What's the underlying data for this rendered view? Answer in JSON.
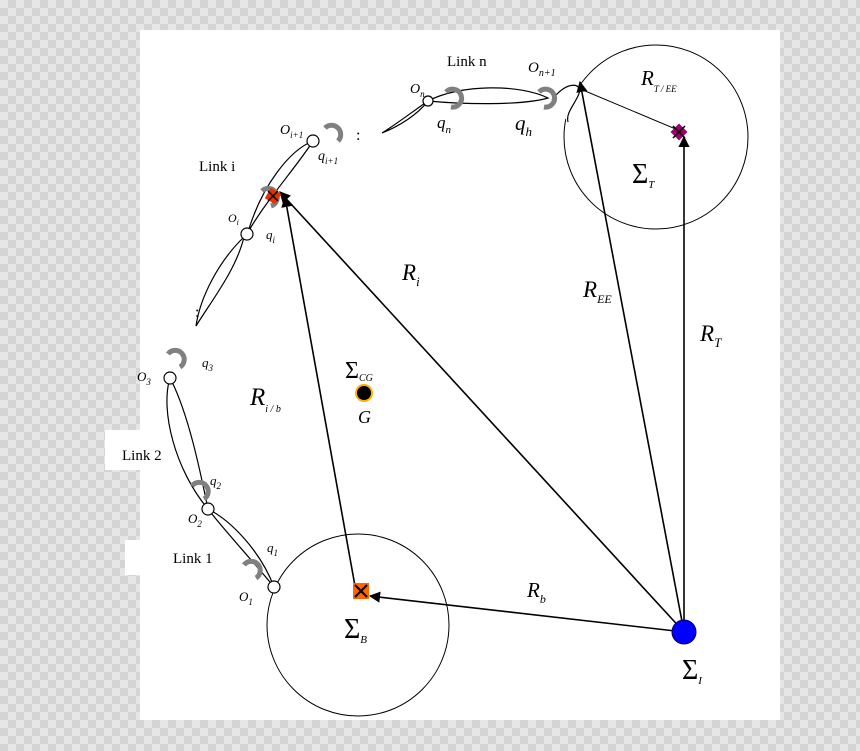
{
  "links": {
    "n": "Link n",
    "i": "Link i",
    "two": "Link 2",
    "one": "Link 1"
  },
  "nodes": {
    "O_n1": "O",
    "O_n1_sub": "n+1",
    "O_n": "O",
    "O_n_sub": "n",
    "O_i1": "O",
    "O_i1_sub": "i+1",
    "O_i": "O",
    "O_i_sub": "i",
    "O_3": "O",
    "O_3_sub": "3",
    "O_2": "O",
    "O_2_sub": "2",
    "O_1": "O",
    "O_1_sub": "1"
  },
  "joints": {
    "q_n": "q",
    "q_n_sub": "n",
    "q_h": "q",
    "q_h_sub": "h",
    "q_i1": "q",
    "q_i1_sub": "i+1",
    "q_i": "q",
    "q_i_sub": "i",
    "q_3": "q",
    "q_3_sub": "3",
    "q_2": "q",
    "q_2_sub": "2",
    "q_1": "q",
    "q_1_sub": "1"
  },
  "ellipsis": {
    "upper": ":",
    "lower": ":"
  },
  "frames": {
    "T": "Σ",
    "T_sub": "T",
    "B": "Σ",
    "B_sub": "B",
    "I": "Σ",
    "I_sub": "I",
    "CG": "Σ",
    "CG_sub": "CG",
    "G": "G"
  },
  "vectors": {
    "R_T_EE": "R",
    "R_T_EE_sub": "T / EE",
    "R_EE": "R",
    "R_EE_sub": "EE",
    "R_T": "R",
    "R_T_sub": "T",
    "R_i": "R",
    "R_i_sub": "i",
    "R_i_b": "R",
    "R_i_b_sub": "i / b",
    "R_b": "R",
    "R_b_sub": "b"
  },
  "colors": {
    "inertial_point": "#0000ff",
    "target_marker": "#a0006e",
    "base_marker": "#ff6600",
    "link_marker": "#e63000",
    "joint_rotor": "#808080",
    "cg_marker": "#000000",
    "cg_ring": "#ffb000"
  }
}
